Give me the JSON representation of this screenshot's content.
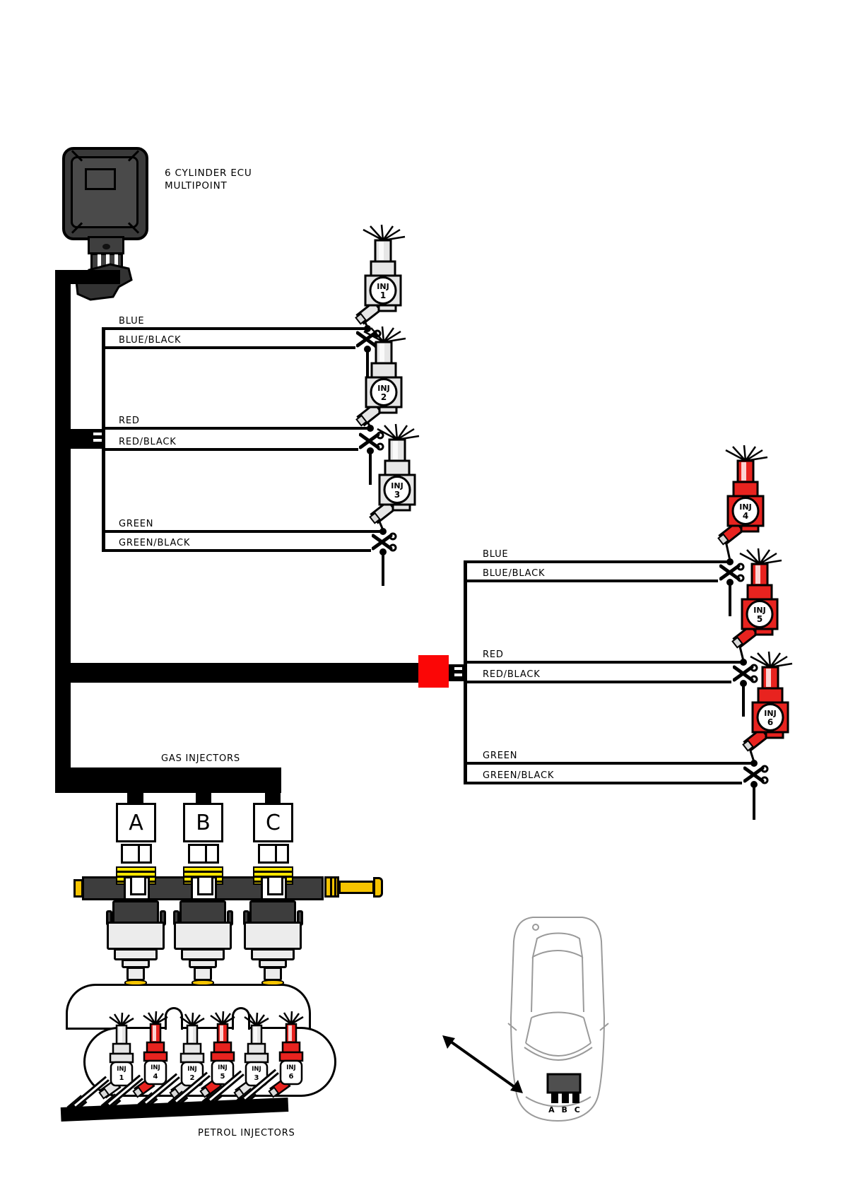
{
  "title": {
    "line1": "6 CYLINDER ECU",
    "line2": "MULTIPOINT"
  },
  "section_labels": {
    "gas": "GAS INJECTORS",
    "petrol": "PETROL INJECTORS"
  },
  "left_harness": {
    "wires": [
      {
        "label": "BLUE",
        "cut": false
      },
      {
        "label": "BLUE/BLACK",
        "cut": true
      },
      {
        "label": "RED",
        "cut": false
      },
      {
        "label": "RED/BLACK",
        "cut": true
      },
      {
        "label": "GREEN",
        "cut": false
      },
      {
        "label": "GREEN/BLACK",
        "cut": true
      }
    ]
  },
  "right_harness": {
    "wires": [
      {
        "label": "BLUE",
        "cut": false
      },
      {
        "label": "BLUE/BLACK",
        "cut": true
      },
      {
        "label": "RED",
        "cut": false
      },
      {
        "label": "RED/BLACK",
        "cut": true
      },
      {
        "label": "GREEN",
        "cut": false
      },
      {
        "label": "GREEN/BLACK",
        "cut": true
      }
    ]
  },
  "gas_injectors": [
    {
      "name": "INJ",
      "num": "1",
      "color": "grey"
    },
    {
      "name": "INJ",
      "num": "2",
      "color": "grey"
    },
    {
      "name": "INJ",
      "num": "3",
      "color": "grey"
    },
    {
      "name": "INJ",
      "num": "4",
      "color": "red"
    },
    {
      "name": "INJ",
      "num": "5",
      "color": "red"
    },
    {
      "name": "INJ",
      "num": "6",
      "color": "red"
    }
  ],
  "rail_connectors": [
    "A",
    "B",
    "C"
  ],
  "petrol_injectors": [
    {
      "name": "INJ",
      "num": "1",
      "color": "grey"
    },
    {
      "name": "INJ",
      "num": "4",
      "color": "red"
    },
    {
      "name": "INJ",
      "num": "2",
      "color": "grey"
    },
    {
      "name": "INJ",
      "num": "5",
      "color": "red"
    },
    {
      "name": "INJ",
      "num": "3",
      "color": "grey"
    },
    {
      "name": "INJ",
      "num": "6",
      "color": "red"
    }
  ],
  "car": {
    "connector_label": "A B C"
  },
  "colors": {
    "injector_red": "#e8231f",
    "injector_grey": "#e6e6e6",
    "junction_red": "#fb0606",
    "rail_dark": "#3d3d3d",
    "gas_yellow": "#f6c400",
    "coil_yellow": "#ffe600",
    "ecu_dark": "#3a3a3a",
    "car_outline": "#9a9a9a"
  }
}
